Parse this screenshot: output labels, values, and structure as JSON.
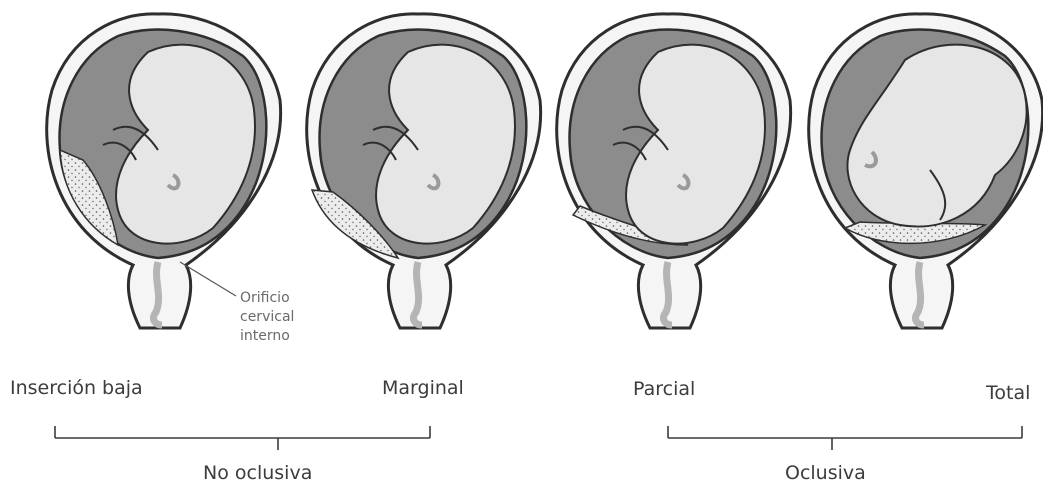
{
  "figure": {
    "annotation": [
      "Orificio",
      "cervical",
      "interno"
    ],
    "types": {
      "low": "Inserción baja",
      "marginal": "Marginal",
      "partial": "Parcial",
      "total": "Total"
    },
    "groups": {
      "non_occlusive": "No oclusiva",
      "occlusive": "Oclusiva"
    }
  },
  "colors": {
    "uterus_wall": "#f5f5f5",
    "outline": "#2e2e2e",
    "amniotic_fluid": "#8c8c8c",
    "fetus": "#e6e6e6",
    "placenta": "#ececec",
    "cervix": "#b5b5b5"
  }
}
